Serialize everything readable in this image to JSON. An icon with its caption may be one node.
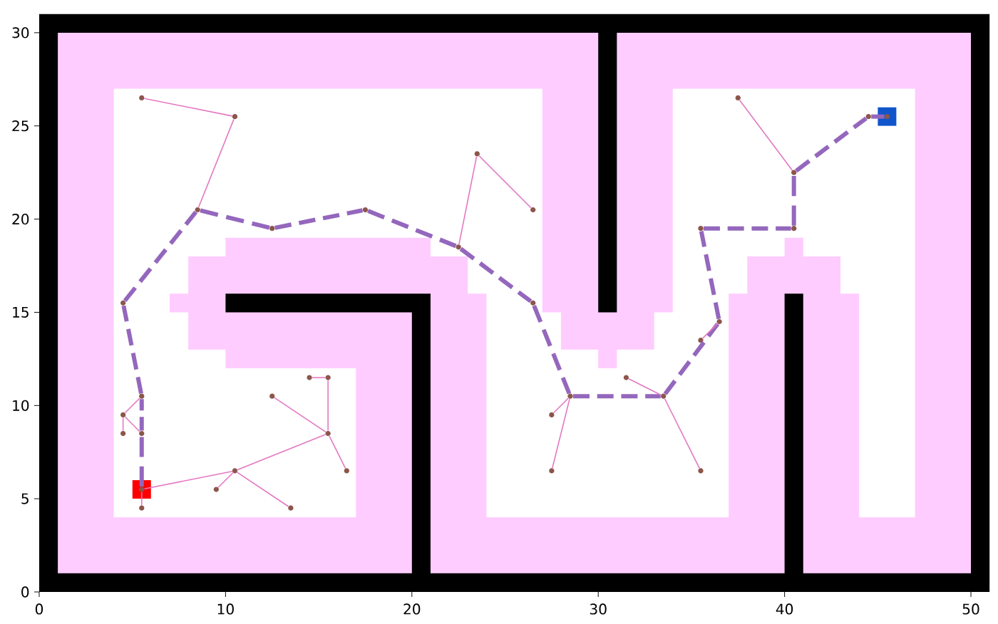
{
  "diagram": {
    "nodes": [
      {
        "text": [],
        "shape": "circle"
      },
      {
        "text": [],
        "shape": "circle"
      },
      {
        "text": [],
        "shape": "circle"
      },
      {
        "text": [],
        "shape": "circle"
      },
      {
        "text": [],
        "shape": "circle"
      },
      {
        "text": [],
        "shape": "circle"
      },
      {
        "text": [],
        "shape": "box"
      },
      {
        "text": [],
        "shape": "circle",
        "in": 6
      },
      {
        "text": [],
        "shape": "circle"
      },
      {
        "text": [],
        "shape": "circle"
      },
      {
        "text": [],
        "shape": "circle"
      },
      {
        "text": [],
        "shape": "circle"
      },
      {
        "text": [],
        "shape": "circle"
      },
      {
        "text": [],
        "shape": "circle"
      },
      {
        "text": [],
        "shape": "circle"
      },
      {
        "text": [],
        "shape": "circle"
      },
      {
        "text": [],
        "shape": "circle"
      },
      {
        "text": [],
        "shape": "circle"
      },
      {
        "text": [],
        "shape": "circle"
      },
      {
        "text": [],
        "shape": "circle"
      },
      {
        "text": [],
        "shape": "circle"
      },
      {
        "text": [],
        "shape": "circle"
      },
      {
        "text": [],
        "shape": "circle"
      },
      {
        "text": [],
        "shape": "circle"
      },
      {
        "text": [],
        "shape": "circle"
      },
      {
        "text": [],
        "shape": "circle"
      },
      {
        "text": [],
        "shape": "circle"
      },
      {
        "text": [],
        "shape": "circle"
      },
      {
        "text": [],
        "shape": "circle"
      },
      {
        "text": [],
        "shape": "circle"
      },
      {
        "text": [],
        "shape": "circle"
      },
      {
        "text": [],
        "shape": "circle"
      },
      {
        "text": [],
        "shape": "circle"
      },
      {
        "text": [],
        "shape": "circle"
      },
      {
        "text": [],
        "shape": "circle"
      },
      {
        "text": [],
        "shape": "circle"
      },
      {
        "text": [],
        "shape": "circle"
      },
      {
        "text": [],
        "shape": "circle"
      },
      {
        "text": [],
        "shape": "box"
      },
      {
        "text": [],
        "shape": "circle",
        "in": 38
      }
    ],
    "edges": [
      {
        "from": 7,
        "to": 5,
        "arrow": "none",
        "style": "dashed",
        "color": "#9467bd"
      },
      {
        "from": 5,
        "to": 4,
        "arrow": "none",
        "style": "dashed",
        "color": "#9467bd"
      },
      {
        "from": 4,
        "to": 0,
        "arrow": "none",
        "style": "dashed",
        "color": "#9467bd"
      },
      {
        "from": 0,
        "to": 9,
        "arrow": "none",
        "style": "dashed",
        "color": "#9467bd"
      },
      {
        "from": 9,
        "to": 13,
        "arrow": "none",
        "style": "dashed",
        "color": "#9467bd"
      },
      {
        "from": 13,
        "to": 20,
        "arrow": "none",
        "style": "dashed",
        "color": "#9467bd"
      },
      {
        "from": 20,
        "to": 21,
        "arrow": "none",
        "style": "dashed",
        "color": "#9467bd"
      },
      {
        "from": 21,
        "to": 24,
        "arrow": "none",
        "style": "dashed",
        "color": "#9467bd"
      },
      {
        "from": 24,
        "to": 27,
        "arrow": "none",
        "style": "dashed",
        "color": "#9467bd"
      },
      {
        "from": 27,
        "to": 29,
        "arrow": "none",
        "style": "dashed",
        "color": "#9467bd"
      },
      {
        "from": 29,
        "to": 33,
        "arrow": "none",
        "style": "dashed",
        "color": "#9467bd"
      },
      {
        "from": 33,
        "to": 30,
        "arrow": "none",
        "style": "dashed",
        "color": "#9467bd"
      },
      {
        "from": 30,
        "to": 36,
        "arrow": "none",
        "style": "dashed",
        "color": "#9467bd"
      },
      {
        "from": 36,
        "to": 35,
        "arrow": "none",
        "style": "dashed",
        "color": "#9467bd"
      },
      {
        "from": 35,
        "to": 37,
        "arrow": "none",
        "style": "dashed",
        "color": "#9467bd"
      },
      {
        "from": 37,
        "to": 39,
        "arrow": "none",
        "style": "dashed",
        "color": "#9467bd"
      },
      {
        "from": 9,
        "to": 11,
        "arrow": "none"
      },
      {
        "from": 11,
        "to": 3,
        "arrow": "none"
      },
      {
        "from": 7,
        "to": 8,
        "arrow": "none"
      },
      {
        "from": 7,
        "to": 12,
        "arrow": "none"
      },
      {
        "from": 12,
        "to": 10,
        "arrow": "none"
      },
      {
        "from": 12,
        "to": 15,
        "arrow": "none"
      },
      {
        "from": 12,
        "to": 18,
        "arrow": "none"
      },
      {
        "from": 18,
        "to": 14,
        "arrow": "none"
      },
      {
        "from": 18,
        "to": 17,
        "arrow": "none"
      },
      {
        "from": 17,
        "to": 16,
        "arrow": "none"
      },
      {
        "from": 18,
        "to": 19,
        "arrow": "none"
      },
      {
        "from": 5,
        "to": 1,
        "arrow": "none"
      },
      {
        "from": 1,
        "to": 2,
        "arrow": "none"
      },
      {
        "from": 1,
        "to": 4,
        "arrow": "none"
      },
      {
        "from": 21,
        "to": 22,
        "arrow": "none"
      },
      {
        "from": 22,
        "to": 23,
        "arrow": "none"
      },
      {
        "from": 27,
        "to": 25,
        "arrow": "none"
      },
      {
        "from": 27,
        "to": 26,
        "arrow": "none"
      },
      {
        "from": 29,
        "to": 28,
        "arrow": "none"
      },
      {
        "from": 29,
        "to": 32,
        "arrow": "none"
      },
      {
        "from": 33,
        "to": 31,
        "arrow": "none"
      },
      {
        "from": 35,
        "to": 34,
        "arrow": "none"
      }
    ],
    "labels": [
      "30",
      "25",
      "20",
      "15",
      "10",
      "5",
      "0",
      "0",
      "10",
      "20",
      "30",
      "40",
      "50"
    ]
  }
}
